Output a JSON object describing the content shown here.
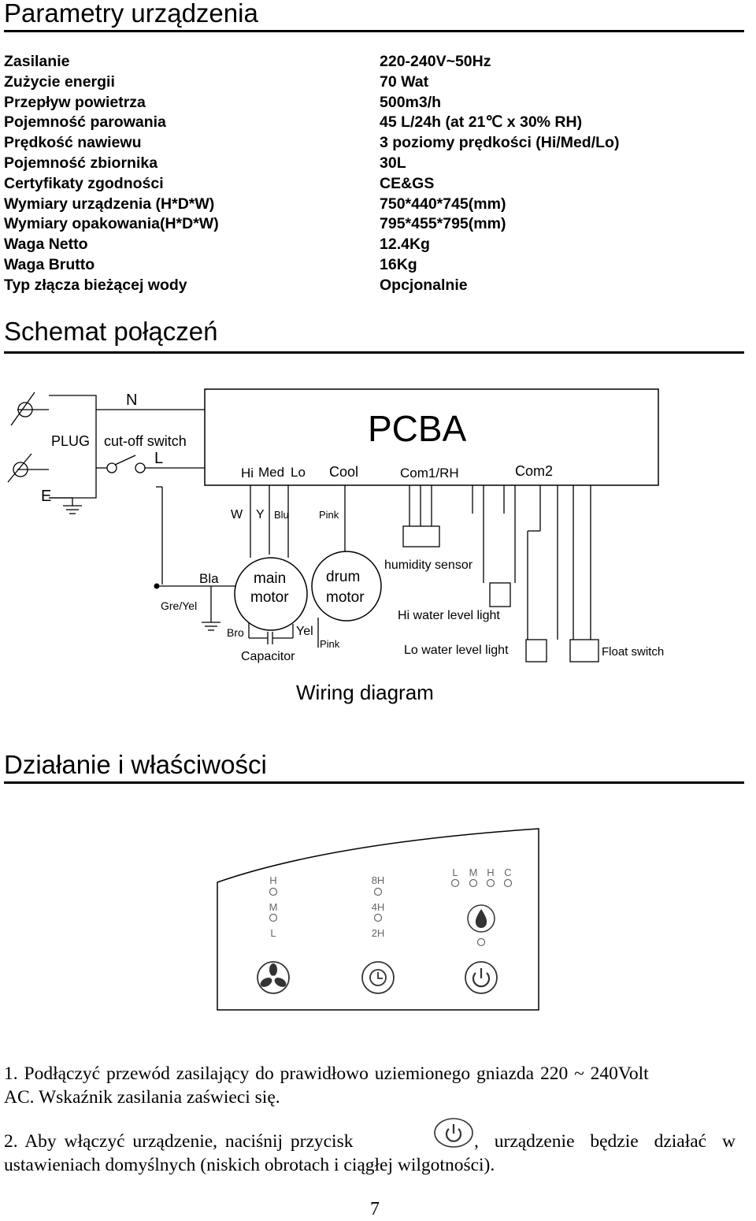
{
  "sections": {
    "params_title": "Parametry urządzenia",
    "wiring_title": "Schemat połączeń",
    "features_title": "Działanie i właściwości"
  },
  "specs": [
    {
      "label": "Zasilanie",
      "value": "220-240V~50Hz"
    },
    {
      "label": "Zużycie energii",
      "value": "70 Wat"
    },
    {
      "label": "Przepływ powietrza",
      "value": "500m3/h"
    },
    {
      "label": "Pojemność parowania",
      "value": "45 L/24h (at 21℃ x 30% RH)"
    },
    {
      "label": "Prędkość nawiewu",
      "value": "3 poziomy prędkości (Hi/Med/Lo)"
    },
    {
      "label": "Pojemność zbiornika",
      "value": "30L"
    },
    {
      "label": "Certyfikaty zgodności",
      "value": "CE&GS"
    },
    {
      "label": "Wymiary urządzenia (H*D*W)",
      "value": "750*440*745(mm)"
    },
    {
      "label": "Wymiary opakowania(H*D*W)",
      "value": "795*455*795(mm)"
    },
    {
      "label": "Waga Netto",
      "value": "12.4Kg"
    },
    {
      "label": "Waga Brutto",
      "value": "16Kg"
    },
    {
      "label": "Typ złącza bieżącej wody",
      "value": "Opcjonalnie"
    }
  ],
  "wiring": {
    "N": "N",
    "L": "L",
    "E": "E",
    "plug": "PLUG",
    "cutoff": "cut-off switch",
    "pcba": "PCBA",
    "hi": "Hi",
    "med": "Med",
    "lo": "Lo",
    "cool": "Cool",
    "com1": "Com1/RH",
    "com2": "Com2",
    "w": "W",
    "y": "Y",
    "blu": "Blu",
    "pink": "Pink",
    "bla": "Bla",
    "gre_yel": "Gre/Yel",
    "main_motor_1": "main",
    "main_motor_2": "motor",
    "drum_motor_1": "drum",
    "drum_motor_2": "motor",
    "humidity_sensor": "humidity sensor",
    "hi_water": "Hi water level light",
    "lo_water": "Lo water level light",
    "float_switch": "Float switch",
    "bro": "Bro",
    "yel": "Yel",
    "pink2": "Pink",
    "capacitor": "Capacitor",
    "caption": "Wiring diagram"
  },
  "panel": {
    "fan_levels": [
      "H",
      "M",
      "L"
    ],
    "timer_levels": [
      "8H",
      "4H",
      "2H"
    ],
    "modes": [
      "L",
      "M",
      "H",
      "C"
    ]
  },
  "paragraphs": {
    "p1_line1": "1. Podłączyć przewód zasilający do prawidłowo uziemionego gniazda 220 ~ 240Volt",
    "p1_line2": "AC. Wskaźnik zasilania zaświeci się.",
    "p2_line1_a": "2. Aby włączyć urządzenie, naciśnij przycisk",
    "p2_line1_b": ", urządzenie będzie działać w",
    "p2_line2": "ustawieniach domyślnych (niskich obrotach i ciągłej wilgotności)."
  },
  "page_number": "7"
}
